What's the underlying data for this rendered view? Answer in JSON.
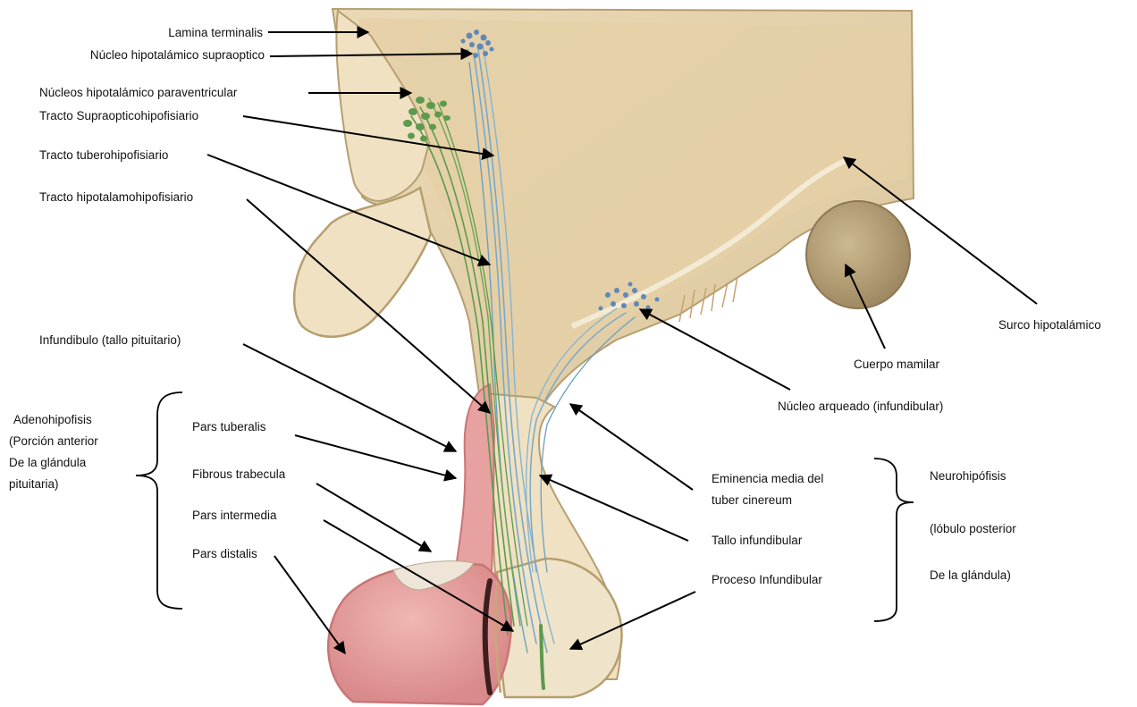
{
  "labels": {
    "lamina_terminalis": "Lamina terminalis",
    "nucleo_supraoptico": "Núcleo hipotalámico supraoptico",
    "nucleos_paraventricular": "Núcleos hipotalámico paraventricular",
    "tracto_supraopticohipofisiario": "Tracto Supraopticohipofisiario",
    "tracto_tuberohipofisiario": "Tracto tuberohipofisiario",
    "tracto_hipotalamohipofisiario": "Tracto hipotalamohipofisiario",
    "infundibulo": "Infundibulo (tallo pituitario)",
    "adenohipofisis_1": "Adenohipofisis",
    "adenohipofisis_2": "(Porción anterior",
    "adenohipofisis_3": "De la glándula",
    "adenohipofisis_4": "pituitaria)",
    "pars_tuberalis": "Pars tuberalis",
    "fibrous_trabecula": "Fibrous trabecula",
    "pars_intermedia": "Pars intermedia",
    "pars_distalis": "Pars distalis",
    "surco_hipotalamico": "Surco hipotalámico",
    "cuerpo_mamilar": "Cuerpo mamilar",
    "nucleo_arqueado": "Núcleo arqueado (infundibular)",
    "eminencia_1": "Eminencia media del",
    "eminencia_2": "tuber cinereum",
    "tallo_infundibular": "Tallo infundibular",
    "proceso_infundibular": "Proceso Infundibular",
    "neurohipofisis_1": "Neurohipófisis",
    "neurohipofisis_2": "(lóbulo posterior",
    "neurohipofisis_3": "De la glándula)"
  },
  "colors": {
    "tissue": "#e8d8b4",
    "tissue_dark": "#c9b488",
    "adeno_pink": "#e6a1a0",
    "adeno_dark": "#c97576",
    "fiber_green": "#5c9a4c",
    "fiber_blue": "#7aa8c8",
    "neuron_blue": "#5f88b8",
    "mamillary": "#b39e72"
  }
}
